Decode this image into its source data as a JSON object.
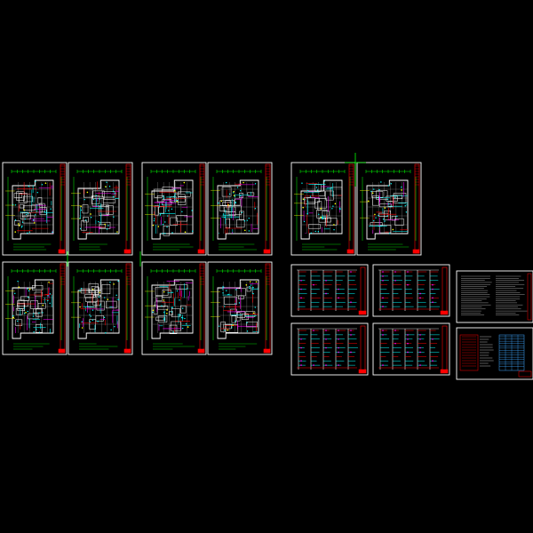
{
  "drawing_set": {
    "background_color": "#000000",
    "colors": {
      "sheet_frame": "#ffffff",
      "title_block": "#ff0000",
      "walls": "#ffffff",
      "piping_cyan": "#00ffff",
      "piping_magenta": "#ff00ff",
      "piping_red": "#ff0000",
      "dimension_green": "#00ff00",
      "annotation_yellow": "#ffff00",
      "schedule_blue": "#3fa7ff",
      "crosshair": "#00ff00"
    },
    "sheets": [
      {
        "id": "plan-01",
        "kind": "floor-plan"
      },
      {
        "id": "plan-02",
        "kind": "floor-plan"
      },
      {
        "id": "plan-03",
        "kind": "floor-plan"
      },
      {
        "id": "plan-04",
        "kind": "floor-plan"
      },
      {
        "id": "plan-05",
        "kind": "floor-plan"
      },
      {
        "id": "plan-06",
        "kind": "floor-plan"
      },
      {
        "id": "plan-07",
        "kind": "floor-plan"
      },
      {
        "id": "plan-08",
        "kind": "floor-plan"
      },
      {
        "id": "plan-09",
        "kind": "floor-plan"
      },
      {
        "id": "plan-10",
        "kind": "floor-plan"
      },
      {
        "id": "system-01",
        "kind": "system-diagram"
      },
      {
        "id": "system-02",
        "kind": "system-diagram"
      },
      {
        "id": "system-03",
        "kind": "system-diagram"
      },
      {
        "id": "system-04",
        "kind": "system-diagram"
      },
      {
        "id": "notes-01",
        "kind": "design-notes"
      },
      {
        "id": "legend-01",
        "kind": "legend-schedule"
      }
    ]
  }
}
